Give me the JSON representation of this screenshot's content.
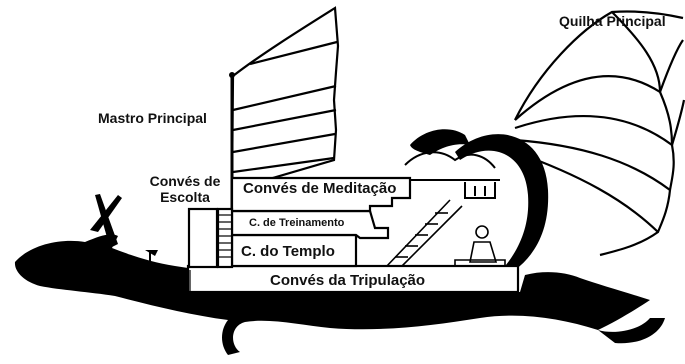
{
  "labels": {
    "keel": "Quilha Principal",
    "mast": "Mastro Principal",
    "escort_deck": "Convés de\nEscolta",
    "meditation_deck": "Convés de Meditação",
    "training_deck": "C. de Treinamento",
    "temple_deck": "C. do Templo",
    "crew_deck": "Convés da Tripulação"
  },
  "colors": {
    "ink": "#000000",
    "paper": "#ffffff"
  }
}
